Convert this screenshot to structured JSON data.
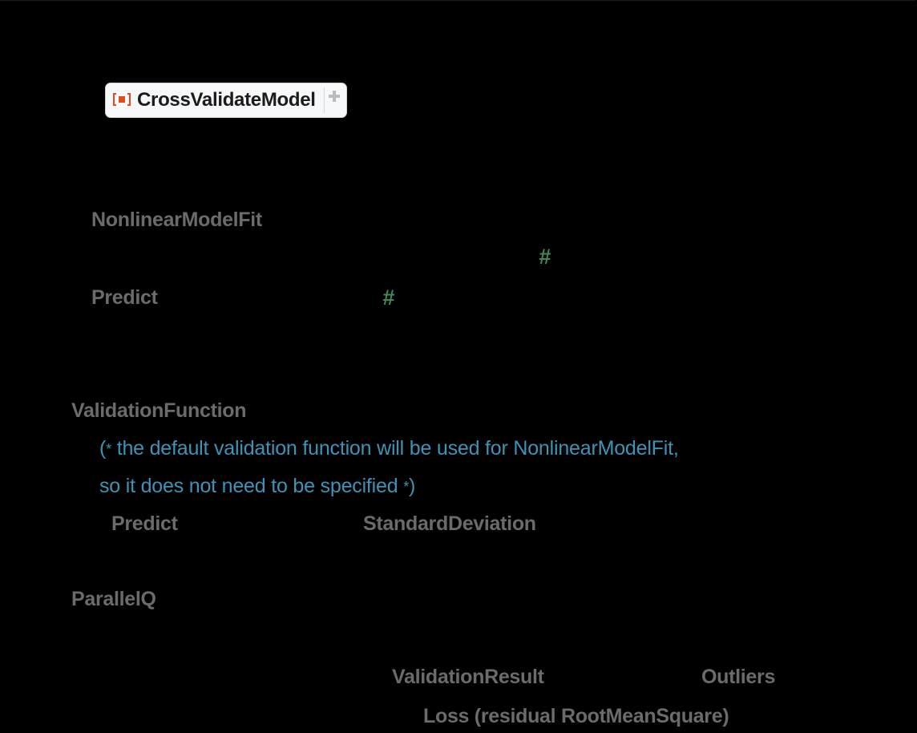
{
  "notebook": {
    "theme": "dark",
    "colors": {
      "background": "#000000",
      "system_symbol": "#6b6b6b",
      "slot": "#3d8a56",
      "comment": "#3e93b6",
      "resource_icon": "#dd4b1f",
      "badge_background": "#f7f8fa"
    }
  },
  "resource_function": {
    "icon": "resource-function-icon",
    "name": "CrossValidateModel",
    "expand_icon": "plus-icon"
  },
  "code": {
    "fit_function": "NonlinearModelFit",
    "slot_1": "#",
    "predict_1": "Predict",
    "slot_2": "#",
    "validation_option": "ValidationFunction",
    "comment_line_1_open": "(",
    "comment_star": "*",
    "comment_line_1": " the default validation function will be used for NonlinearModelFit,",
    "comment_line_2": "so it does not need to be specified ",
    "comment_close": ")",
    "predict_2": "Predict",
    "std_dev": "StandardDeviation",
    "parallel_option": "ParallelQ",
    "validation_result": "ValidationResult",
    "outliers": "Outliers",
    "loss_label": "Loss (residual RootMeanSquare)"
  }
}
